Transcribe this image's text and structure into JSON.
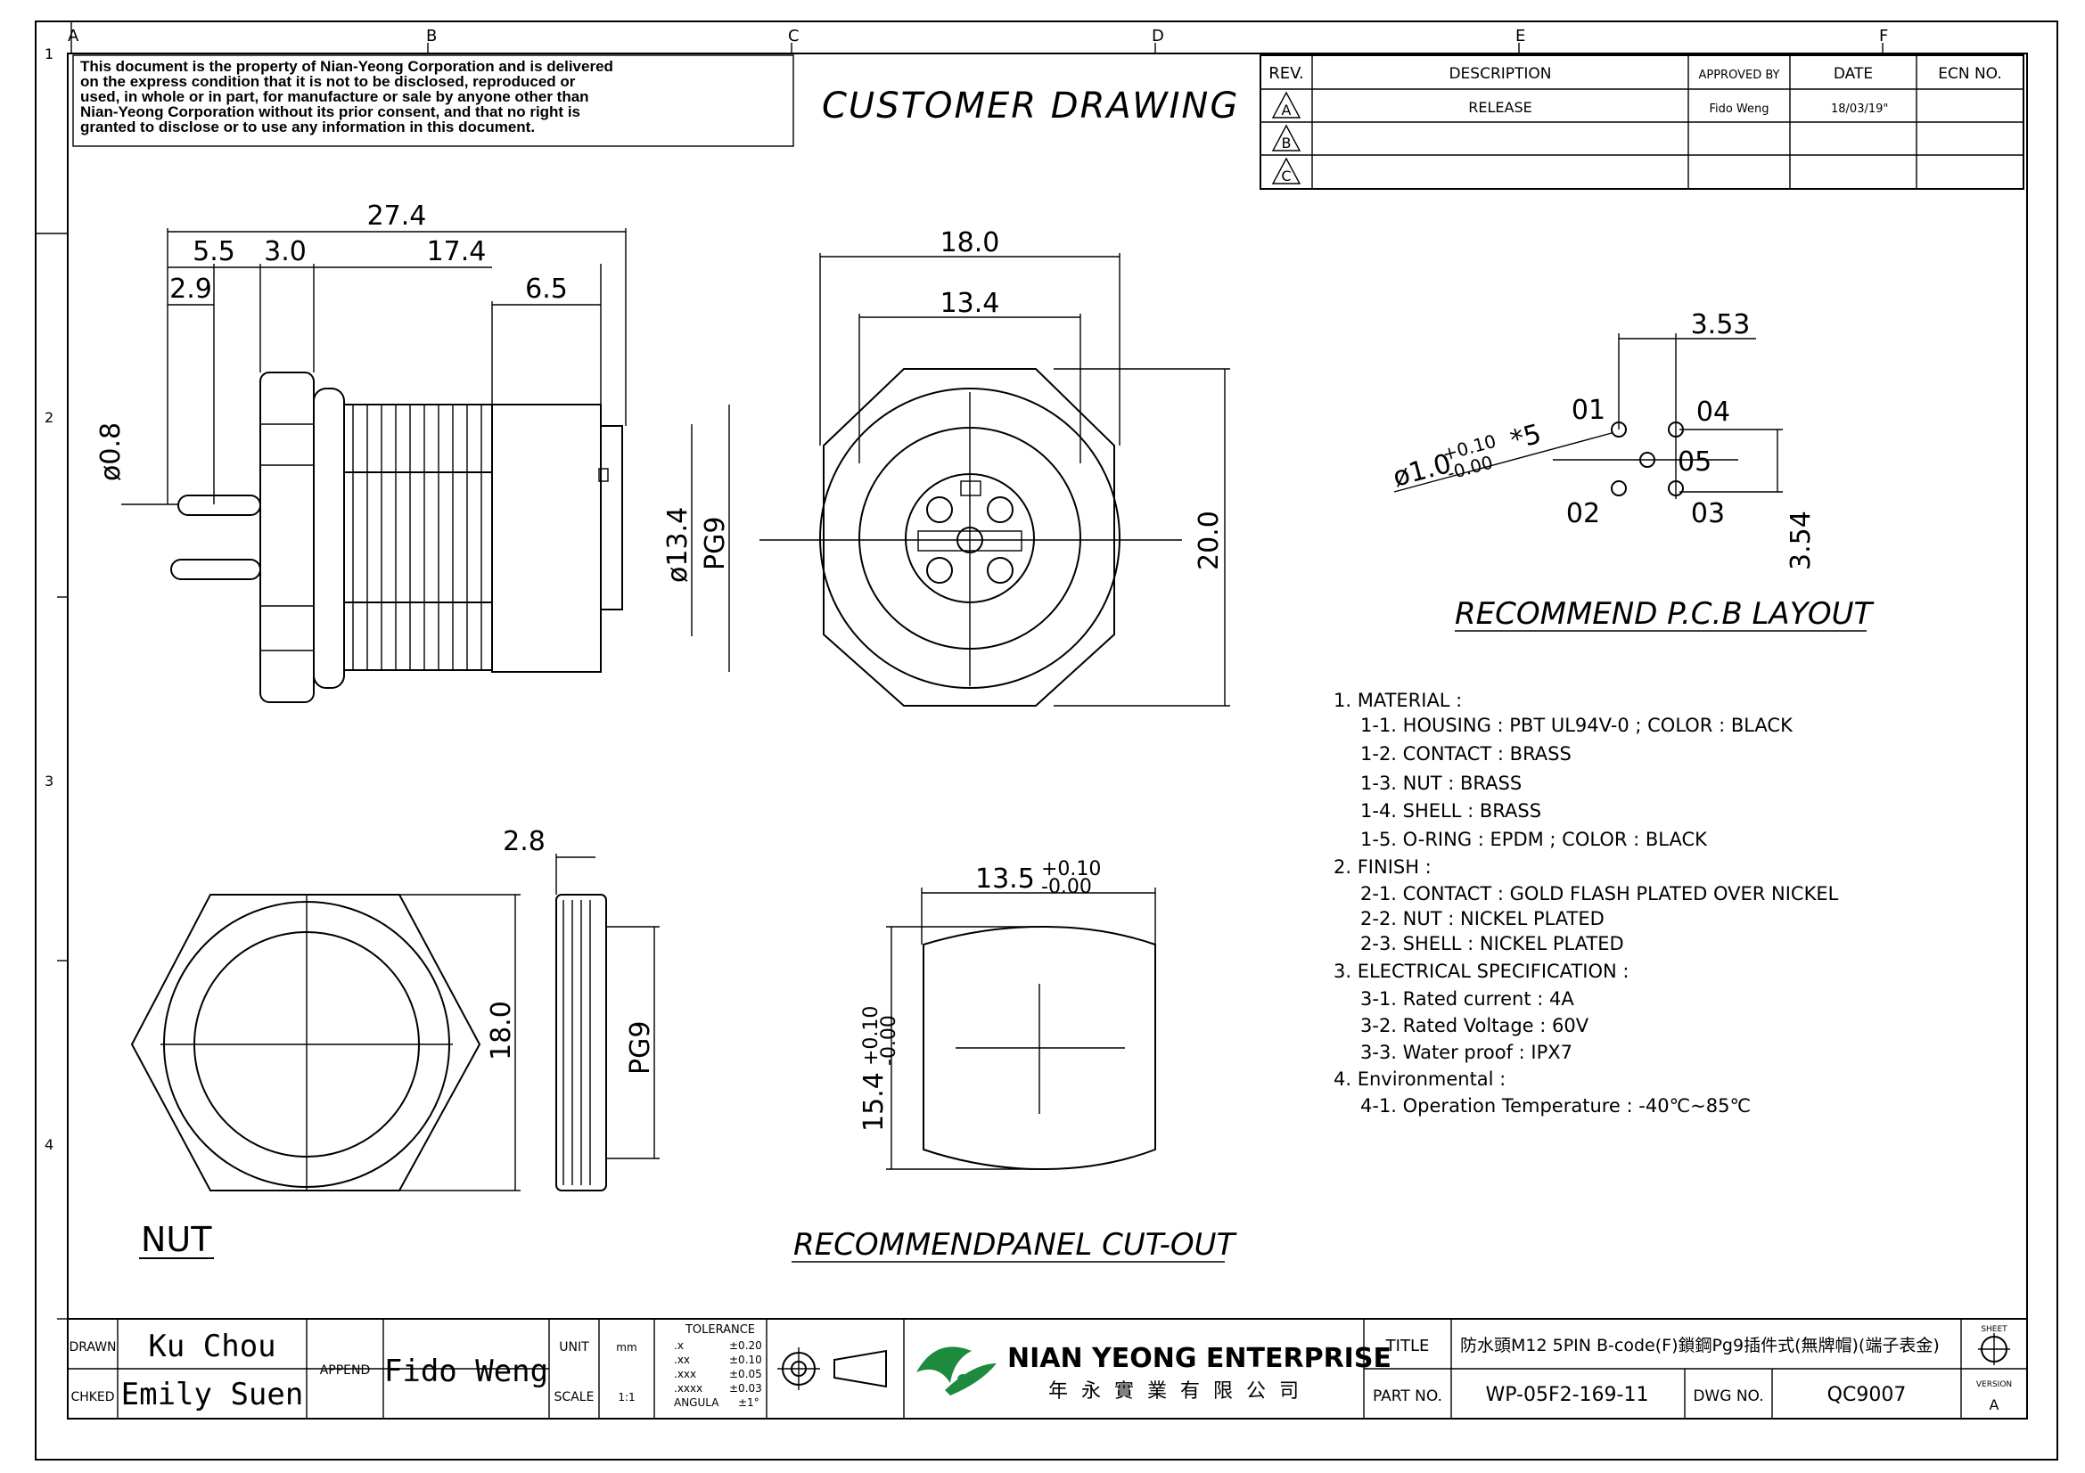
{
  "zones": {
    "cols": [
      "A",
      "B",
      "C",
      "D",
      "E",
      "F"
    ],
    "rows": [
      "1",
      "2",
      "3",
      "4"
    ]
  },
  "notice": [
    "This document is the property of Nian-Yeong Corporation and is delivered",
    "on  the  express condition that it is not to be disclosed, reproduced or",
    "used, in whole or in part, for manufacture or sale by anyone other than",
    "Nian-Yeong Corporation without  its prior consent, and that  no right  is",
    "granted to disclose or to use any information in this  document."
  ],
  "header_title": "CUSTOMER  DRAWING",
  "revision_table": {
    "headers": [
      "REV.",
      "DESCRIPTION",
      "APPROVED BY",
      "DATE",
      "ECN NO."
    ],
    "rows": [
      {
        "rev": "A",
        "description": "RELEASE",
        "approved_by": "Fido Weng",
        "date": "18/03/19\"",
        "ecn": ""
      },
      {
        "rev": "B",
        "description": "",
        "approved_by": "",
        "date": "",
        "ecn": ""
      },
      {
        "rev": "C",
        "description": "",
        "approved_by": "",
        "date": "",
        "ecn": ""
      }
    ]
  },
  "side_view_dims": {
    "overall": "27.4",
    "d1": "5.5",
    "d2": "3.0",
    "d3": "17.4",
    "d4": "2.9",
    "d5": "6.5",
    "pin": "ø0.8",
    "dia": "ø13.4",
    "thread": "PG9"
  },
  "front_view_dims": {
    "outer": "18.0",
    "inner": "13.4",
    "height": "20.0"
  },
  "pcb": {
    "title": "RECOMMEND P.C.B LAYOUT",
    "dim_h": "3.53",
    "dim_v": "3.54",
    "hole_base": "ø1.0",
    "hole_tol_upper": "+0.10",
    "hole_tol_lower": "-0.00",
    "hole_count": "*5",
    "pins": [
      "01",
      "02",
      "03",
      "04",
      "05"
    ]
  },
  "nut": {
    "label": "NUT",
    "dim_w": "2.8",
    "dim_h": "18.0",
    "thread": "PG9"
  },
  "cutout": {
    "title": "RECOMMENDPANEL  CUT-OUT",
    "width": "13.5",
    "width_up": "+0.10",
    "width_low": "-0.00",
    "height": "15.4",
    "height_up": "+0.10",
    "height_low": "-0.00"
  },
  "specs": [
    "1.  MATERIAL  :",
    "1-1.  HOUSING  :  PBT  UL94V-0  ;  COLOR  :  BLACK",
    "1-2.  CONTACT  :  BRASS",
    "1-3.  NUT  :  BRASS",
    "1-4.  SHELL  :  BRASS",
    "1-5.  O-RING  :  EPDM  ;  COLOR  :  BLACK",
    "2.  FINISH  :",
    "2-1.  CONTACT  :  GOLD  FLASH  PLATED  OVER  NICKEL",
    "2-2.  NUT  :  NICKEL  PLATED",
    "2-3.  SHELL  :  NICKEL  PLATED",
    "3.  ELECTRICAL  SPECIFICATION  :",
    "3-1.  Rated  current  :  4A",
    "3-2.  Rated  Voltage  :  60V",
    "3-3.  Water  proof  :  IPX7",
    "4.  Environmental  :",
    "4-1.  Operation  Temperature  :  -40℃~85℃"
  ],
  "title_block": {
    "drawn_label": "DRAWN",
    "drawn": "Ku Chou",
    "checked_label": "CHKED",
    "checked": "Emily Suen",
    "append_label": "APPEND",
    "append": "Fido Weng",
    "unit_label": "UNIT",
    "unit": "mm",
    "scale_label": "SCALE",
    "scale": "1:1",
    "tolerance_label": "TOLERANCE",
    "tolerances": [
      {
        "k": ".x",
        "v": "±0.20"
      },
      {
        "k": ".xx",
        "v": "±0.10"
      },
      {
        "k": ".xxx",
        "v": "±0.05"
      },
      {
        "k": ".xxxx",
        "v": "±0.03"
      },
      {
        "k": "ANGULA",
        "v": "±1°"
      }
    ],
    "company_en": "NIAN YEONG ENTERPRISE",
    "company_cn": "年 永 實 業 有 限 公 司",
    "title_label": "TITLE",
    "title": "防水頭M12  5PIN  B-code(F)鎖鋼Pg9插件式(無牌帽)(端子表金)",
    "partno_label": "PART NO.",
    "partno": "WP-05F2-169-11",
    "dwgno_label": "DWG NO.",
    "dwgno": "QC9007",
    "sheet_label": "SHEET",
    "version_label": "VERSION",
    "version": "A"
  }
}
